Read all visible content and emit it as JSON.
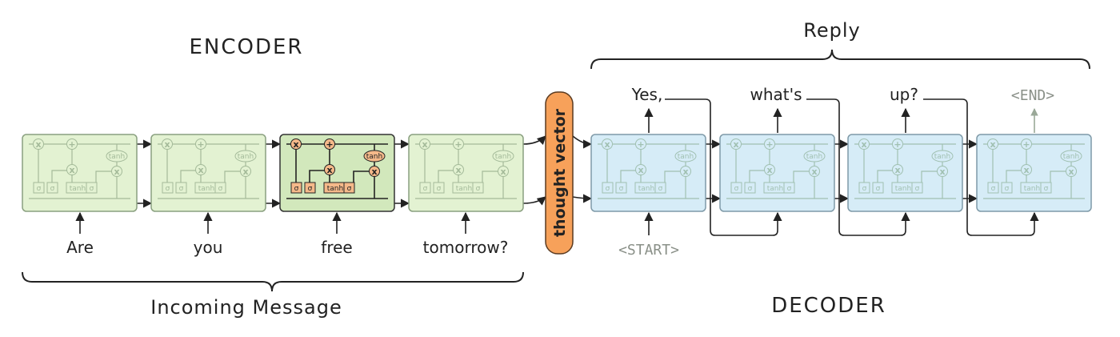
{
  "headings": {
    "encoder": "ENCODER",
    "decoder": "DECODER",
    "reply": "Reply",
    "incoming": "Incoming Message"
  },
  "thought_vector": "thought vector",
  "encoder_cells": [
    {
      "input": "Are",
      "highlighted": false
    },
    {
      "input": "you",
      "highlighted": false
    },
    {
      "input": "free",
      "highlighted": true
    },
    {
      "input": "tomorrow?",
      "highlighted": false
    }
  ],
  "decoder_cells": [
    {
      "input": "<START>",
      "output": "Yes,"
    },
    {
      "input": "",
      "output": "what's"
    },
    {
      "input": "",
      "output": "up?"
    },
    {
      "input": "",
      "output": "<END>"
    }
  ],
  "cell_labels": {
    "sigma": "σ",
    "tanh": "tanh",
    "multiply": "x",
    "add": "+"
  },
  "colors": {
    "encoder_fill": "#e3f2d2",
    "decoder_fill": "#d6ecf7",
    "highlight_fill": "#d2e8bc",
    "thought_fill": "#f7a15a",
    "gate_highlight": "#f5b98a",
    "line": "#222222"
  }
}
